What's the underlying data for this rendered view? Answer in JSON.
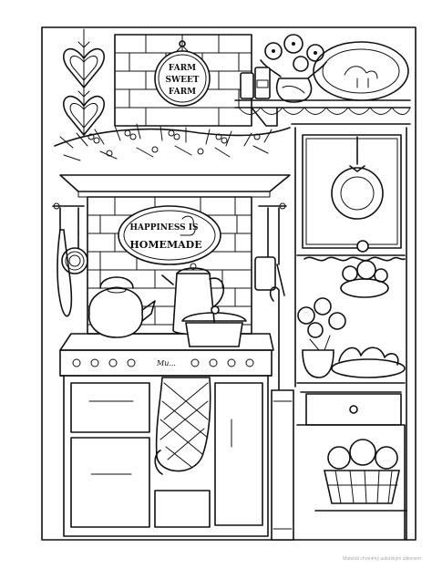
{
  "signs": {
    "farm": [
      "FARM",
      "SWEET",
      "FARM"
    ],
    "homemade": [
      "HAPPINESS IS",
      "HOMEMADE"
    ]
  },
  "stove": {
    "maker": "Mu..."
  },
  "watermark": "Materiál chráněný autorským zákonem",
  "colors": {
    "ink": "#111111",
    "paper": "#ffffff"
  }
}
